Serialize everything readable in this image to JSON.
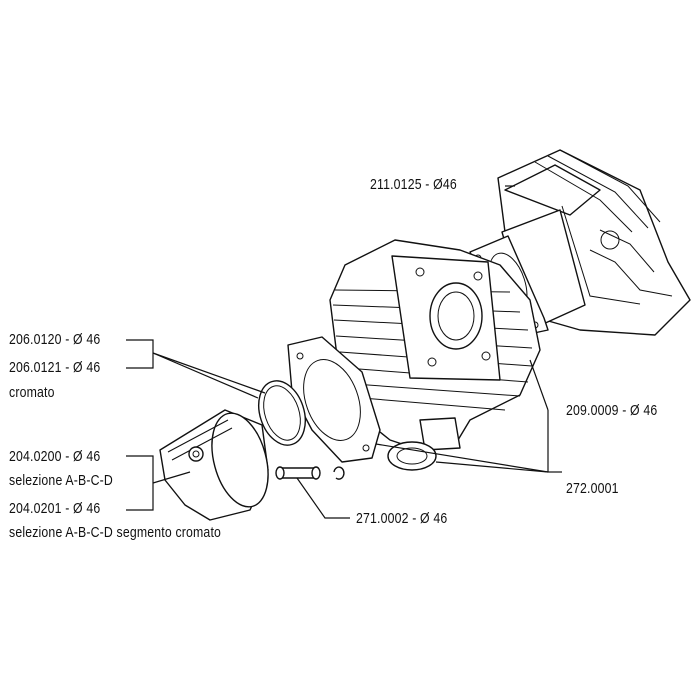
{
  "labels": {
    "head": "211.0125 - Ø46",
    "ring1": "206.0120 - Ø 46",
    "ring2": "206.0121 - Ø 46",
    "ring2_note": "cromato",
    "piston1": "204.0200 - Ø 46",
    "piston1_note": "selezione A-B-C-D",
    "piston2": "204.0201 - Ø 46",
    "piston2_note": "selezione A-B-C-D segmento cromato",
    "cylinder": "209.0009 - Ø 46",
    "gasket": "272.0001",
    "pin": "271.0002 - Ø 46"
  },
  "colors": {
    "ink": "#111111",
    "background": "#ffffff"
  }
}
